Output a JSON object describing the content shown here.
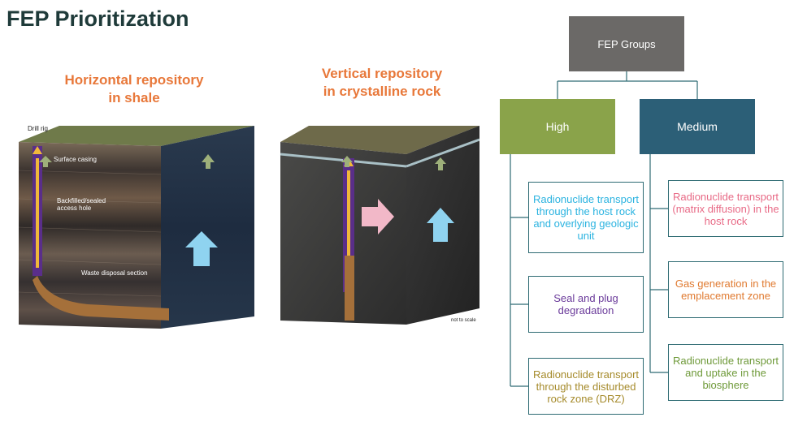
{
  "title": "FEP Prioritization",
  "captions": {
    "horizontal": "Horizontal repository\nin shale",
    "vertical": "Vertical repository\nin crystalline rock"
  },
  "figure_labels": {
    "drill_rig": "Drill rig",
    "surface_casing": "Surface casing",
    "backfilled": "Backfilled/sealed\naccess hole",
    "waste_disposal": "Waste disposal section",
    "not_to_scale": "not to scale"
  },
  "tree": {
    "root": "FEP Groups",
    "high": {
      "label": "High",
      "items": [
        "Radionuclide transport through the host rock and overlying geologic unit",
        "Seal and plug degradation",
        "Radionuclide transport through the disturbed rock zone (DRZ)"
      ]
    },
    "medium": {
      "label": "Medium",
      "items": [
        "Radionuclide transport (matrix diffusion) in the host rock",
        "Gas generation in the emplacement zone",
        "Radionuclide transport and uptake in the biosphere"
      ]
    }
  },
  "colors": {
    "root_fill": "#6b6967",
    "high_fill": "#8aa34a",
    "medium_fill": "#2c5f77",
    "connector": "#2e6b73",
    "item_high_1": "#2bb3e0",
    "item_high_2": "#6a3a9a",
    "item_high_3": "#a58a2a",
    "item_med_1": "#e86a86",
    "item_med_2": "#e07a30",
    "item_med_3": "#6f9a3a"
  }
}
